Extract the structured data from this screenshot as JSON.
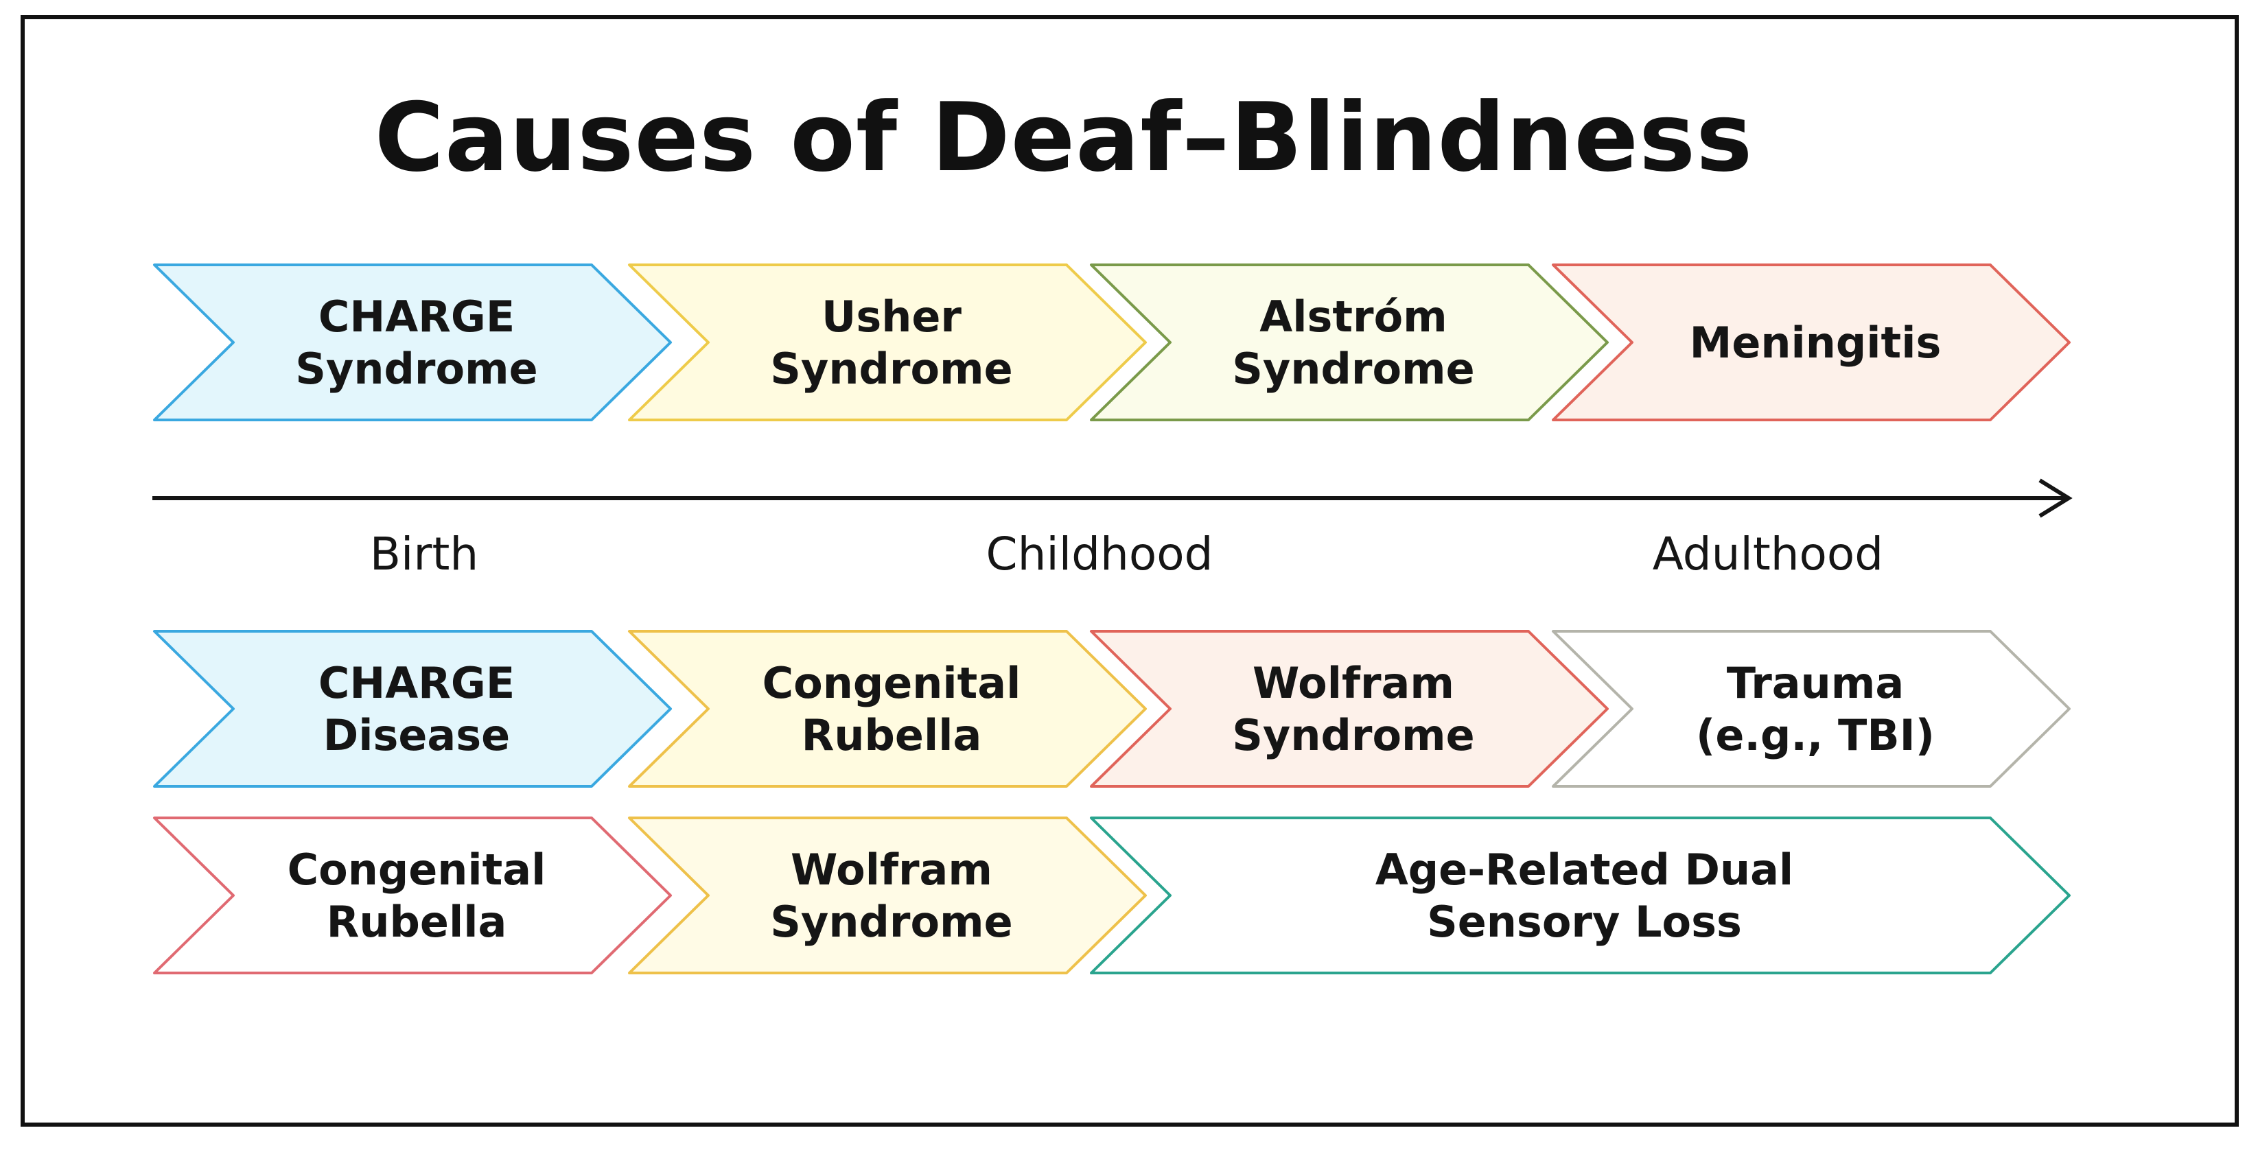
{
  "title": "Causes of Deaf–Blindness",
  "timeline": {
    "labels": [
      "Birth",
      "Childhood",
      "Adulthood"
    ]
  },
  "rows": [
    {
      "items": [
        {
          "lines": [
            "CHARGE",
            "Syndrome"
          ],
          "stroke": "#3aa8e0",
          "fill": "#e3f6fc"
        },
        {
          "lines": [
            "Usher",
            "Syndrome"
          ],
          "stroke": "#eecb4a",
          "fill": "#fffbe0"
        },
        {
          "lines": [
            "Alstróm",
            "Syndrome"
          ],
          "stroke": "#7a9a4a",
          "fill": "#fbfcea"
        },
        {
          "lines": [
            "Meningitis"
          ],
          "stroke": "#e0645a",
          "fill": "#fdf1ea"
        }
      ]
    },
    {
      "items": [
        {
          "lines": [
            "CHARGE",
            "Disease"
          ],
          "stroke": "#3aa8e0",
          "fill": "#e3f6fc"
        },
        {
          "lines": [
            "Congenital",
            "Rubella"
          ],
          "stroke": "#eec14a",
          "fill": "#fffbe0"
        },
        {
          "lines": [
            "Wolfram",
            "Syndrome"
          ],
          "stroke": "#e0645a",
          "fill": "#fdf1ea"
        },
        {
          "lines": [
            "Trauma",
            "(e.g., TBI)"
          ],
          "stroke": "#b4b4aa",
          "fill": "#ffffff"
        }
      ]
    },
    {
      "items": [
        {
          "lines": [
            "Congenital",
            "Rubella"
          ],
          "stroke": "#e06a72",
          "fill": "#ffffff"
        },
        {
          "lines": [
            "Wolfram",
            "Syndrome"
          ],
          "stroke": "#eec14a",
          "fill": "#fffbe6"
        },
        {
          "lines": [
            "Age-Related Dual",
            "Sensory Loss"
          ],
          "stroke": "#2aa48e",
          "fill": "#ffffff",
          "span": 2
        }
      ]
    }
  ]
}
